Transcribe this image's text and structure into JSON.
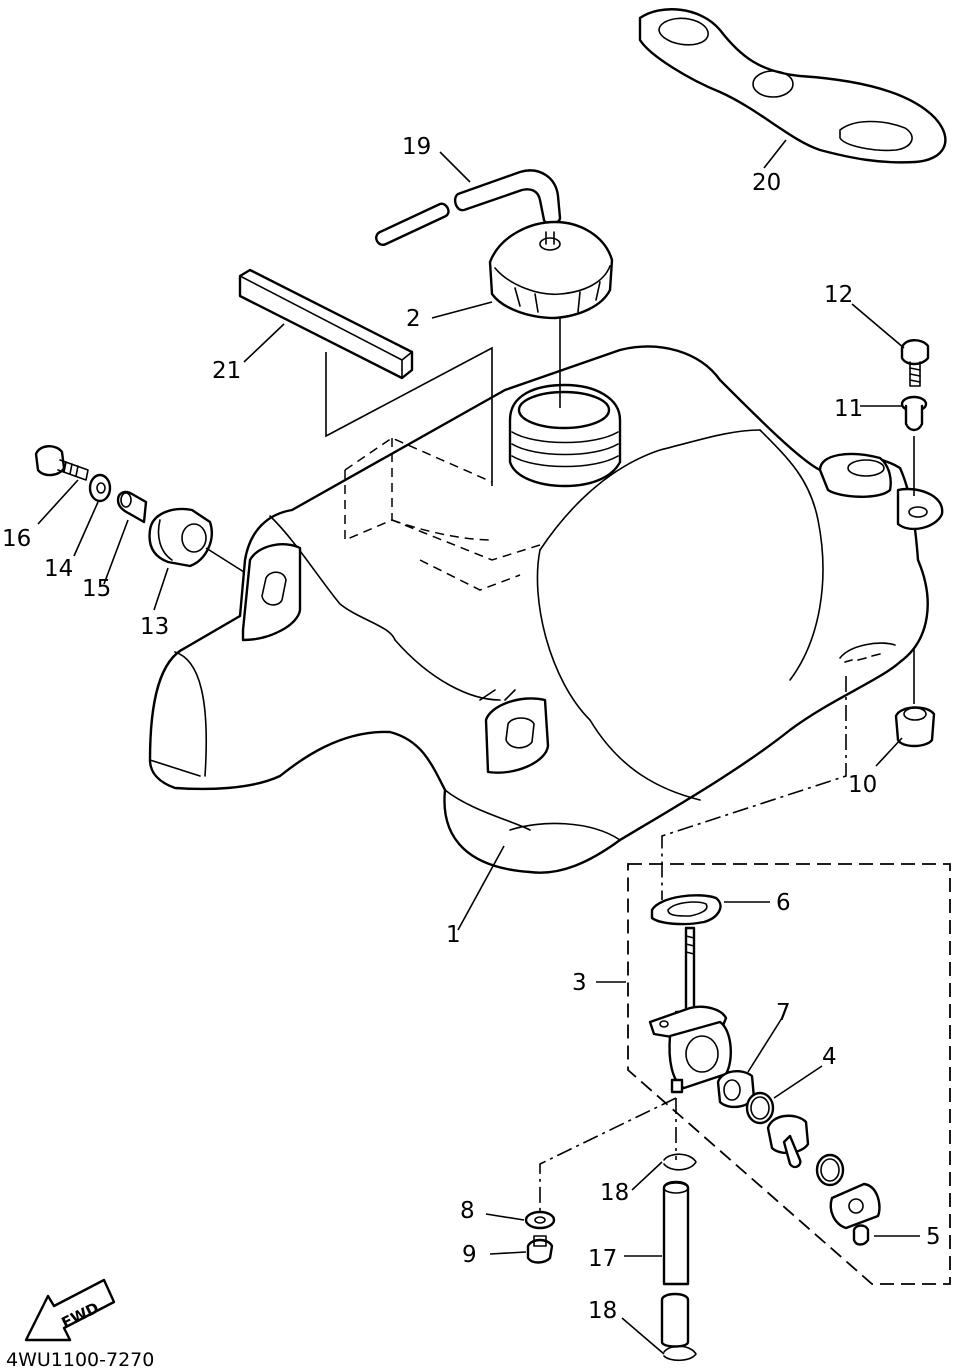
{
  "diagram_code": "4WU1100-7270",
  "direction_label": "FWD",
  "callouts": [
    {
      "id": "c1",
      "label": "1"
    },
    {
      "id": "c2",
      "label": "2"
    },
    {
      "id": "c3",
      "label": "3"
    },
    {
      "id": "c4",
      "label": "4"
    },
    {
      "id": "c5",
      "label": "5"
    },
    {
      "id": "c6",
      "label": "6"
    },
    {
      "id": "c7",
      "label": "7"
    },
    {
      "id": "c8",
      "label": "8"
    },
    {
      "id": "c9",
      "label": "9"
    },
    {
      "id": "c10",
      "label": "10"
    },
    {
      "id": "c11",
      "label": "11"
    },
    {
      "id": "c12",
      "label": "12"
    },
    {
      "id": "c13",
      "label": "13"
    },
    {
      "id": "c14",
      "label": "14"
    },
    {
      "id": "c15",
      "label": "15"
    },
    {
      "id": "c16",
      "label": "16"
    },
    {
      "id": "c17",
      "label": "17"
    },
    {
      "id": "c18a",
      "label": "18"
    },
    {
      "id": "c18b",
      "label": "18"
    },
    {
      "id": "c19",
      "label": "19"
    },
    {
      "id": "c20",
      "label": "20"
    },
    {
      "id": "c21",
      "label": "21"
    }
  ]
}
